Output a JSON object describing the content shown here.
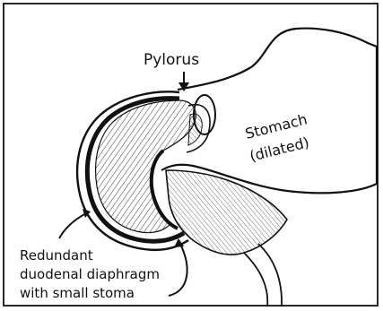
{
  "labels": {
    "pylorus": "Pylorus",
    "stomach_line1": "Stomach",
    "stomach_line2": "(dilated)",
    "diaphragm_line1": "Redundant",
    "diaphragm_line2": "duodenal diaphragm",
    "diaphragm_line3": "with small stoma"
  },
  "colors": {
    "ink": "#111111",
    "background": "#ffffff"
  }
}
